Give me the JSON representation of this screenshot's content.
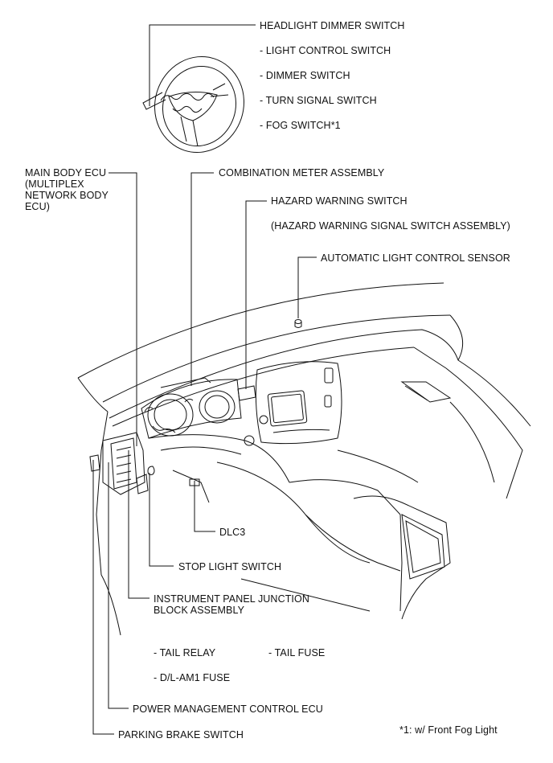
{
  "labels": {
    "headlight_dimmer": "HEADLIGHT DIMMER SWITCH",
    "light_control": "- LIGHT CONTROL SWITCH",
    "dimmer": "- DIMMER SWITCH",
    "turn_signal": "- TURN SIGNAL SWITCH",
    "fog": "- FOG SWITCH*1",
    "main_body_ecu": [
      "MAIN BODY ECU",
      "(MULTIPLEX",
      "NETWORK BODY",
      "ECU)"
    ],
    "combination_meter": "COMBINATION METER ASSEMBLY",
    "hazard_switch": "HAZARD WARNING SWITCH",
    "hazard_assembly": "(HAZARD WARNING SIGNAL SWITCH ASSEMBLY)",
    "auto_light_sensor": "AUTOMATIC LIGHT CONTROL SENSOR",
    "dlc3": "DLC3",
    "stop_light": "STOP LIGHT SWITCH",
    "ip_junction": [
      "INSTRUMENT PANEL JUNCTION",
      "BLOCK ASSEMBLY"
    ],
    "tail_relay": "- TAIL RELAY",
    "tail_fuse": "- TAIL FUSE",
    "dl_am1_fuse": "- D/L-AM1 FUSE",
    "power_mgmt_ecu": "POWER MANAGEMENT CONTROL ECU",
    "parking_brake": "PARKING BRAKE SWITCH",
    "footnote": "*1: w/ Front Fog Light"
  },
  "colors": {
    "line": "#111111",
    "background": "#ffffff"
  }
}
